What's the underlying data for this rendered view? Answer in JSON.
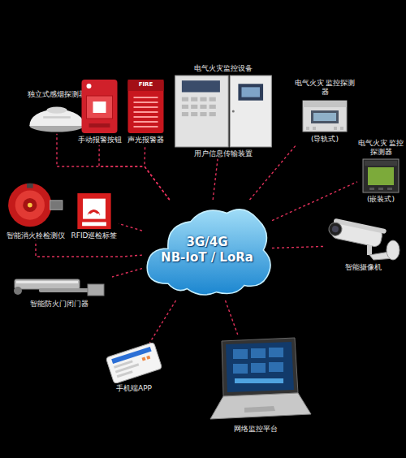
{
  "diagram": {
    "nodes": [
      {
        "text": [
          "3G/4G",
          "NB-IoT / LoRa"
        ]
      },
      {
        "text": [
          "独立式感烟探测器"
        ]
      },
      {
        "text": [
          "手动报警按钮"
        ]
      },
      {
        "text": [
          "声光报警器"
        ]
      },
      {
        "text": [
          "电气火灾监控设备",
          "用户信息传输装置"
        ]
      },
      {
        "text": [
          "电气火灾 监控探测器",
          "(导轨式)"
        ]
      },
      {
        "text": [
          "电气火灾 监控探测器",
          "(嵌装式)"
        ]
      },
      {
        "text": [
          "智能摄像机"
        ]
      },
      {
        "text": [
          "智能消火栓检测仪"
        ]
      },
      {
        "text": [
          "RFID巡检标签"
        ]
      },
      {
        "text": [
          "智能防火门闭门器"
        ]
      },
      {
        "text": [
          "手机端APP"
        ]
      },
      {
        "text": [
          "网络监控平台"
        ]
      }
    ],
    "edges": [
      {
        "from": 0,
        "to": 1,
        "arrow": "none"
      },
      {
        "from": 0,
        "to": 2,
        "arrow": "none"
      },
      {
        "from": 0,
        "to": 3,
        "arrow": "none"
      },
      {
        "from": 0,
        "to": 4,
        "arrow": "none"
      },
      {
        "from": 0,
        "to": 5,
        "arrow": "none"
      },
      {
        "from": 0,
        "to": 6,
        "arrow": "none"
      },
      {
        "from": 0,
        "to": 7,
        "arrow": "none"
      },
      {
        "from": 0,
        "to": 8,
        "arrow": "none"
      },
      {
        "from": 0,
        "to": 9,
        "arrow": "none"
      },
      {
        "from": 0,
        "to": 10,
        "arrow": "none"
      },
      {
        "from": 0,
        "to": 11,
        "arrow": "none"
      },
      {
        "from": 0,
        "to": 12,
        "arrow": "none"
      }
    ],
    "labels": [
      "FIRE",
      "RFID"
    ]
  }
}
